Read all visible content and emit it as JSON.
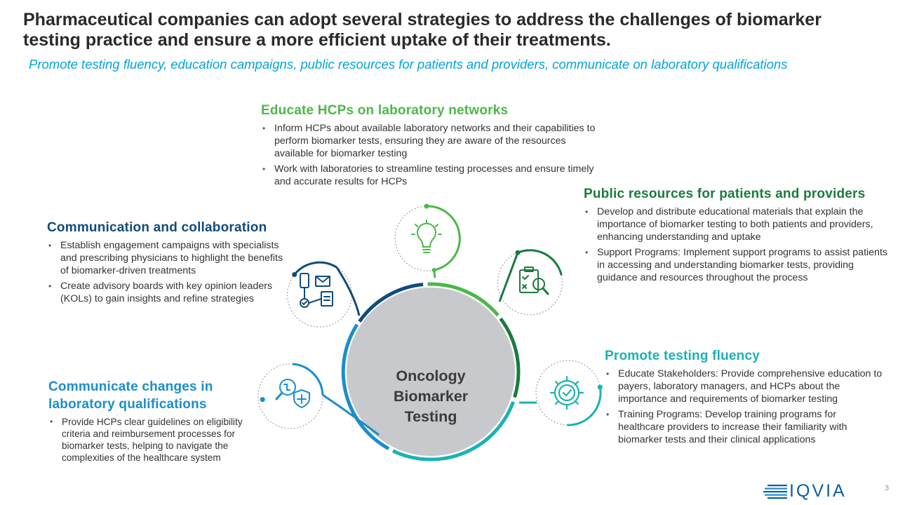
{
  "title": "Pharmaceutical companies can adopt several strategies to address the challenges of biomarker testing practice and ensure a more efficient uptake of their treatments.",
  "subtitle": "Promote testing fluency, education campaigns, public resources for patients and providers, communicate on laboratory qualifications",
  "center": {
    "line1": "Oncology",
    "line2": "Biomarker",
    "line3": "Testing"
  },
  "sections": {
    "educate": {
      "heading": "Educate HCPs on laboratory networks",
      "icon": "lightbulb-icon",
      "color": "#4cb848",
      "bullets": [
        "Inform HCPs about available laboratory networks and their capabilities to perform biomarker tests, ensuring they are aware of the resources available for biomarker testing",
        "Work with laboratories to streamline testing processes and ensure timely and accurate results for HCPs"
      ]
    },
    "public": {
      "heading": "Public resources for patients and providers",
      "icon": "clipboard-magnifier-icon",
      "color": "#1b7a3e",
      "bullets": [
        "Develop and distribute educational materials that explain the importance of biomarker testing to both patients and providers, enhancing understanding and uptake",
        "Support Programs: Implement support programs to assist patients in accessing and understanding biomarker tests, providing guidance and resources throughout the process"
      ]
    },
    "communication": {
      "heading": "Communication and collaboration",
      "icon": "communication-network-icon",
      "color": "#114c7a",
      "bullets": [
        "Establish engagement campaigns with specialists and prescribing physicians to highlight the benefits of biomarker-driven treatments",
        "Create advisory boards with key opinion leaders (KOLs) to gain insights and refine strategies"
      ]
    },
    "promote": {
      "heading": "Promote testing fluency",
      "icon": "gear-check-icon",
      "color": "#1ab2b5",
      "bullets": [
        "Educate Stakeholders: Provide comprehensive education to payers, laboratory managers, and HCPs about the importance and requirements of biomarker testing",
        "Training Programs: Develop training programs for healthcare providers to increase their familiarity with biomarker tests and their clinical applications"
      ]
    },
    "changes": {
      "heading": "Communicate changes in laboratory qualifications",
      "icon": "lab-search-shield-icon",
      "color": "#1a8ecb",
      "bullets": [
        "Provide HCPs clear guidelines on eligibility criteria and reimbursement processes for biomarker tests, helping to navigate the complexities of the healthcare system"
      ]
    }
  },
  "colors": {
    "center_circle": "#c8c9cc",
    "subtitle": "#00a3d9",
    "logo": "#0e5f9e"
  },
  "logo": {
    "text": "IQVIA"
  },
  "page_number": "3"
}
